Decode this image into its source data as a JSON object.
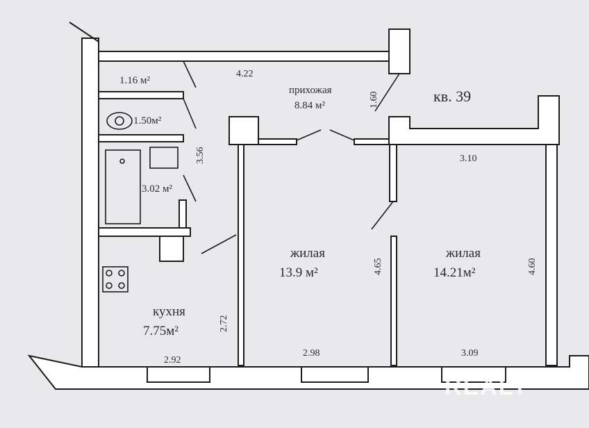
{
  "apartment": {
    "label": "кв. 39"
  },
  "rooms": {
    "hall": {
      "name": "прихожая",
      "area": "8.84 м²"
    },
    "toilet": {
      "area": "1.16 м²"
    },
    "wc": {
      "area": "1.50м²"
    },
    "bath": {
      "area": "3.02 м²"
    },
    "living1": {
      "name": "жилая",
      "area": "13.9 м²"
    },
    "living2": {
      "name": "жилая",
      "area": "14.21м²"
    },
    "kitchen": {
      "name": "кухня",
      "area": "7.75м²"
    }
  },
  "dimensions": {
    "hall_top": "4.22",
    "hall_side": "1.60",
    "bath_side": "3.56",
    "room2_top": "3.10",
    "room1_side": "4.65",
    "room2_side": "4.60",
    "kitchen_side": "2.72",
    "kitchen_bottom": "2.92",
    "room1_bottom": "2.98",
    "room2_bottom": "3.09"
  },
  "watermark": "REALT"
}
